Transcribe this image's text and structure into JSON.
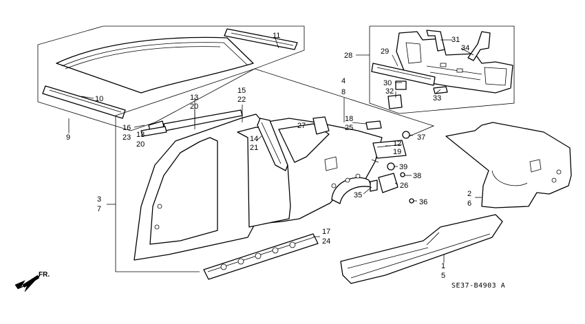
{
  "diagram": {
    "code": "SE37-B4903 A",
    "direction_label": "FR.",
    "callouts": [
      {
        "id": "c11",
        "text": "11"
      },
      {
        "id": "c10",
        "text": "10"
      },
      {
        "id": "c9",
        "text": "9"
      },
      {
        "id": "c28",
        "text": "28"
      },
      {
        "id": "c29",
        "text": "29"
      },
      {
        "id": "c31",
        "text": "31"
      },
      {
        "id": "c34",
        "text": "34"
      },
      {
        "id": "c30",
        "text": "30"
      },
      {
        "id": "c32",
        "text": "32"
      },
      {
        "id": "c33",
        "text": "33"
      },
      {
        "id": "c4",
        "text": "4"
      },
      {
        "id": "c8",
        "text": "8"
      },
      {
        "id": "c13a",
        "text": "13"
      },
      {
        "id": "c20a",
        "text": "20"
      },
      {
        "id": "c15",
        "text": "15"
      },
      {
        "id": "c22",
        "text": "22"
      },
      {
        "id": "c16",
        "text": "16"
      },
      {
        "id": "c23",
        "text": "23"
      },
      {
        "id": "c13b",
        "text": "13"
      },
      {
        "id": "c20b",
        "text": "20"
      },
      {
        "id": "c14",
        "text": "14"
      },
      {
        "id": "c21",
        "text": "21"
      },
      {
        "id": "c27",
        "text": "27"
      },
      {
        "id": "c18",
        "text": "18"
      },
      {
        "id": "c25",
        "text": "25"
      },
      {
        "id": "c37",
        "text": "37"
      },
      {
        "id": "c12",
        "text": "12"
      },
      {
        "id": "c19",
        "text": "19"
      },
      {
        "id": "c39",
        "text": "39"
      },
      {
        "id": "c38",
        "text": "38"
      },
      {
        "id": "c26",
        "text": "26"
      },
      {
        "id": "c35",
        "text": "35"
      },
      {
        "id": "c36",
        "text": "36"
      },
      {
        "id": "c2",
        "text": "2"
      },
      {
        "id": "c6",
        "text": "6"
      },
      {
        "id": "c3",
        "text": "3"
      },
      {
        "id": "c7",
        "text": "7"
      },
      {
        "id": "c17",
        "text": "17"
      },
      {
        "id": "c24",
        "text": "24"
      },
      {
        "id": "c1",
        "text": "1"
      },
      {
        "id": "c5",
        "text": "5"
      }
    ]
  }
}
